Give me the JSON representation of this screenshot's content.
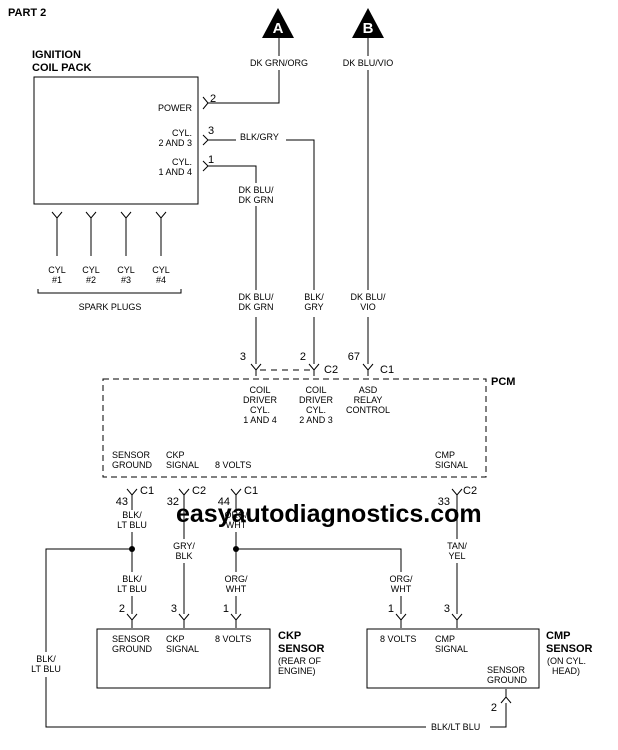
{
  "part": "PART 2",
  "watermark": "easyautodiagnostics.com",
  "connectors": [
    {
      "id": "A",
      "wire": "DK GRN/ORG"
    },
    {
      "id": "B",
      "wire": "DK BLU/VIO"
    }
  ],
  "coil_pack": {
    "title": [
      "IGNITION",
      "COIL PACK"
    ],
    "terminals": [
      {
        "label": [
          "POWER"
        ],
        "pin": "2"
      },
      {
        "label": [
          "CYL.",
          "2 AND 3"
        ],
        "pin": "3"
      },
      {
        "label": [
          "CYL.",
          "1 AND 4"
        ],
        "pin": "1"
      }
    ]
  },
  "spark_plugs": {
    "label": "SPARK PLUGS",
    "items": [
      [
        "CYL",
        "#1"
      ],
      [
        "CYL",
        "#2"
      ],
      [
        "CYL",
        "#3"
      ],
      [
        "CYL",
        "#4"
      ]
    ]
  },
  "wires": {
    "blk_gry": "BLK/GRY",
    "dk_blu_dk_grn": [
      "DK BLU/",
      "DK GRN"
    ],
    "blk_gry_split": [
      "BLK/",
      "GRY"
    ],
    "dk_blu_vio": [
      "DK BLU/",
      "VIO"
    ],
    "blk_lt_blu": [
      "BLK/",
      "LT BLU"
    ],
    "gry_blk": [
      "GRY/",
      "BLK"
    ],
    "org_wht": [
      "ORG/",
      "WHT"
    ],
    "tan_yel": [
      "TAN/",
      "YEL"
    ],
    "blk_lt_blu_inline": "BLK/LT BLU"
  },
  "pcm": {
    "title": "PCM",
    "top_pins": [
      {
        "pin": "3"
      },
      {
        "pin": "2",
        "conn": "C2"
      },
      {
        "pin": "67",
        "conn": "C1"
      }
    ],
    "top_labels": [
      [
        "COIL",
        "DRIVER",
        "CYL.",
        "1 AND 4"
      ],
      [
        "COIL",
        "DRIVER",
        "CYL.",
        "2 AND 3"
      ],
      [
        "ASD",
        "RELAY",
        "CONTROL"
      ]
    ],
    "bottom_labels": [
      [
        "SENSOR",
        "GROUND"
      ],
      [
        "CKP",
        "SIGNAL"
      ],
      [
        "8 VOLTS"
      ],
      [
        "CMP",
        "SIGNAL"
      ]
    ],
    "bottom_pins": [
      {
        "pin": "43",
        "conn": "C1"
      },
      {
        "pin": "32",
        "conn": "C2"
      },
      {
        "pin": "44",
        "conn": "C1"
      },
      {
        "pin": "33",
        "conn": "C2"
      }
    ]
  },
  "ckp_sensor": {
    "title": [
      "CKP",
      "SENSOR"
    ],
    "subtitle": [
      "(REAR OF",
      "ENGINE)"
    ],
    "pins": [
      "2",
      "3",
      "1"
    ],
    "terminals": [
      [
        "SENSOR",
        "GROUND"
      ],
      [
        "CKP",
        "SIGNAL"
      ],
      [
        "8 VOLTS"
      ]
    ]
  },
  "cmp_sensor": {
    "title": [
      "CMP",
      "SENSOR"
    ],
    "subtitle": [
      "(ON CYL.",
      "HEAD)"
    ],
    "pins": [
      "1",
      "3",
      "2"
    ],
    "terminals": [
      [
        "8 VOLTS"
      ],
      [
        "CMP",
        "SIGNAL"
      ],
      [
        "SENSOR",
        "GROUND"
      ]
    ]
  }
}
